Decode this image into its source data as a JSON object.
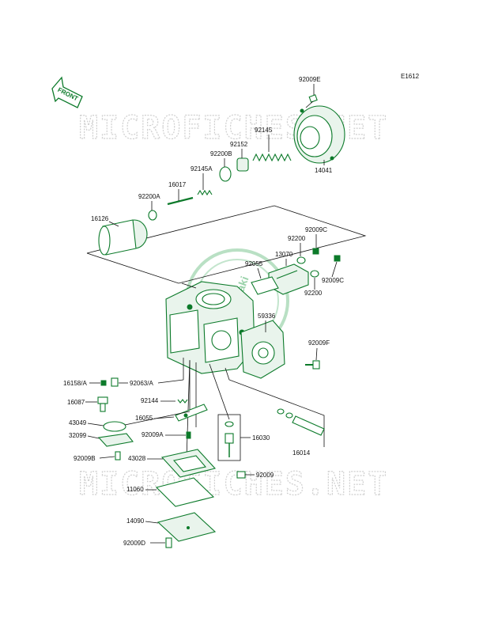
{
  "diagram": {
    "code": "E1612",
    "front_label": "FRONT",
    "watermark": "MICROFICHES.NET",
    "brand_mark": "Kawasaki",
    "parts": {
      "p92009E": "92009E",
      "p92145": "92145",
      "p92152": "92152",
      "p92200B": "92200B",
      "p92145A": "92145A",
      "p16017": "16017",
      "p92200A": "92200A",
      "p16126": "16126",
      "p14041": "14041",
      "p92009C_a": "92009C",
      "p92200_a": "92200",
      "p13070": "13070",
      "p92055": "92055",
      "p92009C_b": "92009C",
      "p92200_b": "92200",
      "p59336": "59336",
      "p92009F": "92009F",
      "p16158A": "16158/A",
      "p92063A": "92063/A",
      "p16087": "16087",
      "p92144": "92144",
      "p43049": "43049",
      "p16055": "16055",
      "p32099": "32099",
      "p92009A": "92009A",
      "p16030": "16030",
      "p16014": "16014",
      "p92009B": "92009B",
      "p43028": "43028",
      "p92009": "92009",
      "p11060": "11060",
      "p14090": "14090",
      "p92009D": "92009D"
    }
  }
}
